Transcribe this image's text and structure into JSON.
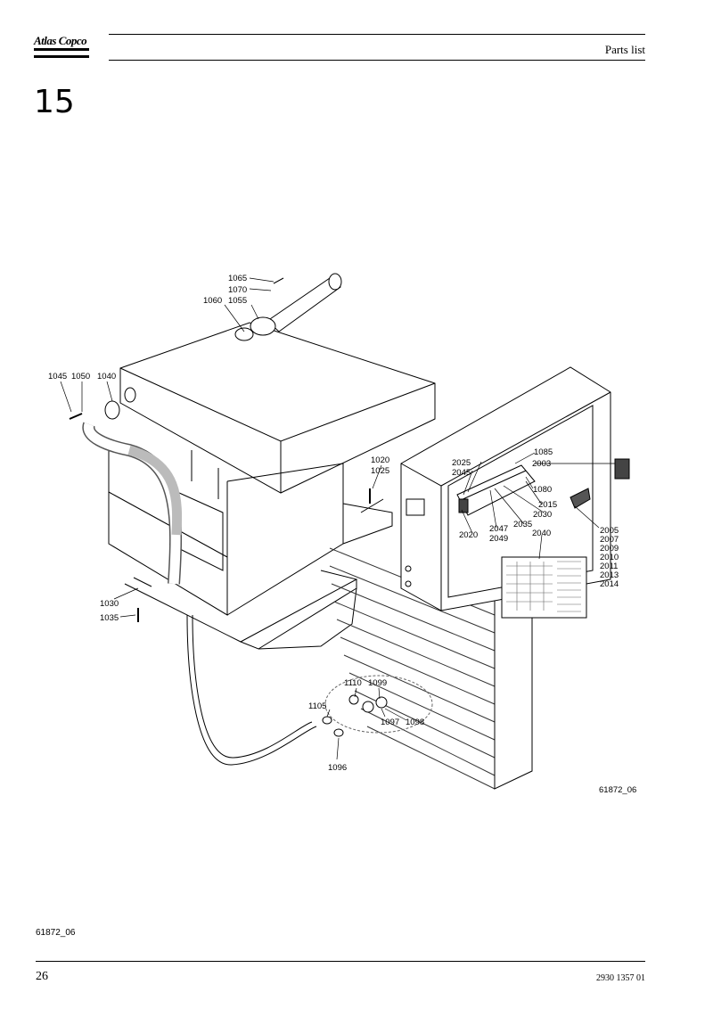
{
  "header": {
    "brand": "Atlas Copco",
    "title": "Parts list"
  },
  "section": {
    "number": "15"
  },
  "figure": {
    "labels": [
      "1065",
      "1070",
      "1060",
      "1055",
      "1045",
      "1050",
      "1040",
      "1020",
      "1025",
      "1030",
      "1035",
      "1110",
      "1099",
      "1105",
      "1097",
      "1098",
      "1096",
      "2025",
      "2045",
      "1085",
      "2003",
      "1080",
      "2015",
      "2030",
      "2035",
      "2047",
      "2049",
      "2020",
      "2040",
      "2005",
      "2007",
      "2009",
      "2010",
      "2011",
      "2013",
      "2014"
    ],
    "figure_ref": "61872_06"
  },
  "footer": {
    "drawing_ref": "61872_06",
    "page_number": "26",
    "doc_number": "2930 1357 01"
  }
}
